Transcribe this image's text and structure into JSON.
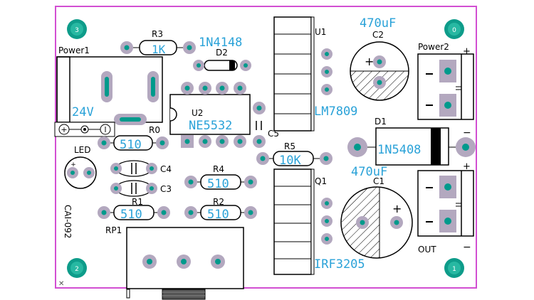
{
  "labels": {
    "power1": "Power1",
    "power2": "Power2",
    "r3": "R3",
    "r3_value": "1K",
    "d2": "D2",
    "d2_value": "1N4148",
    "u1": "U1",
    "c2": "C2",
    "c2_value": "470uF",
    "u2": "U2",
    "u2_value": "NE5532",
    "lm": "LM7809",
    "voltage": "24V",
    "r0": "R0",
    "r0_value": "510",
    "c5": "C5",
    "d1": "D1",
    "d1_value": "1N5408",
    "led": "LED",
    "c4": "C4",
    "c3": "C3",
    "r4": "R4",
    "r4_value": "510",
    "r5": "R5",
    "r5_value": "10K",
    "c1_value": "470uF",
    "q1": "Q1",
    "c1": "C1",
    "r1": "R1",
    "r1_value": "510",
    "r2": "R2",
    "r2_value": "510",
    "board_id": "CAI-092",
    "rp1": "RP1",
    "irf": "IRF3205",
    "out": "OUT",
    "plus": "+",
    "minus": "−",
    "hole_tl": "3",
    "hole_tr": "0",
    "hole_bl": "2",
    "hole_br": "1"
  },
  "colors": {
    "board_outline": "#d24fd2",
    "pad": "#b3a8bf",
    "pad_center": "#009a8c",
    "silk": "#000000",
    "value_text": "#2aa2d8",
    "mount_hole": "#0e9c8a"
  }
}
